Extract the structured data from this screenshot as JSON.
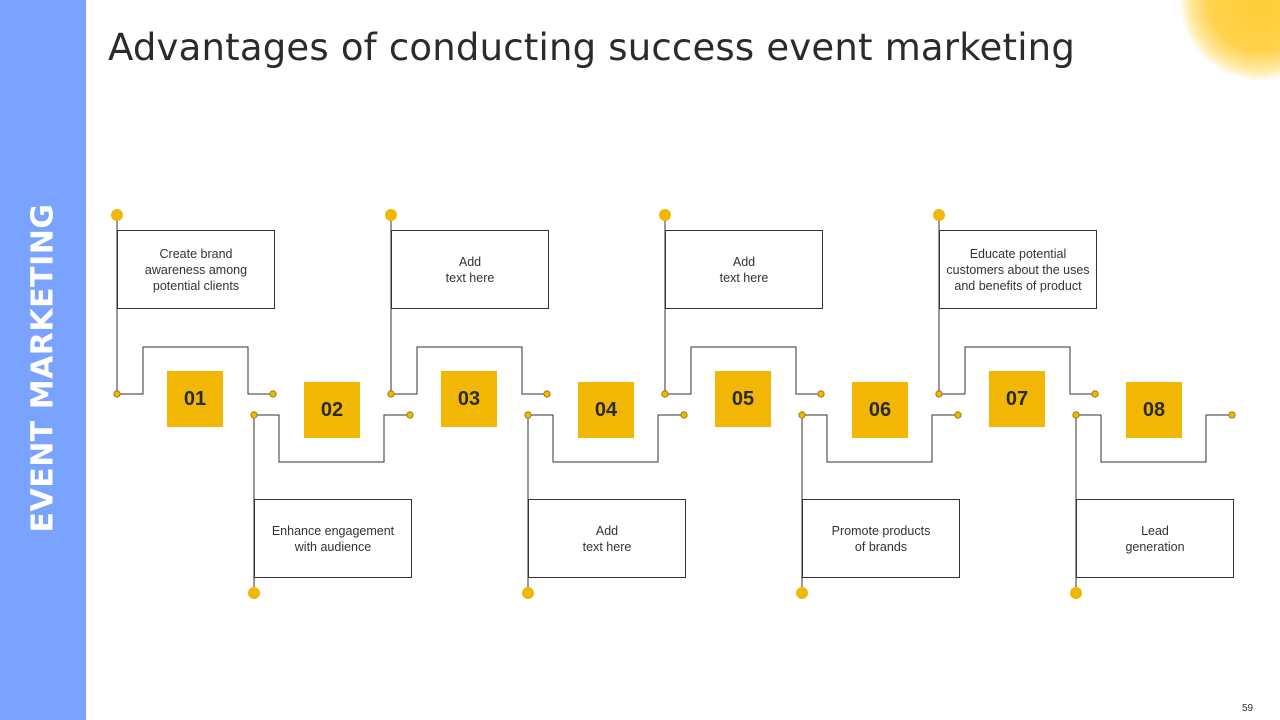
{
  "sidebar": {
    "label": "EVENT MARKETING"
  },
  "title": "Advantages of conducting success event marketing",
  "page_number": "59",
  "colors": {
    "accent": "#f2b705",
    "sidebar": "#79a3ff",
    "line": "#333333"
  },
  "steps": [
    {
      "number": "01",
      "text": "Create brand\nawareness among\npotential clients"
    },
    {
      "number": "02",
      "text": "Enhance engagement\nwith audience"
    },
    {
      "number": "03",
      "text": "Add\ntext here"
    },
    {
      "number": "04",
      "text": "Add\ntext here"
    },
    {
      "number": "05",
      "text": "Add\ntext here"
    },
    {
      "number": "06",
      "text": "Promote products\nof brands"
    },
    {
      "number": "07",
      "text": "Educate potential\ncustomers about the uses\nand benefits of product"
    },
    {
      "number": "08",
      "text": "Lead\ngeneration"
    }
  ]
}
